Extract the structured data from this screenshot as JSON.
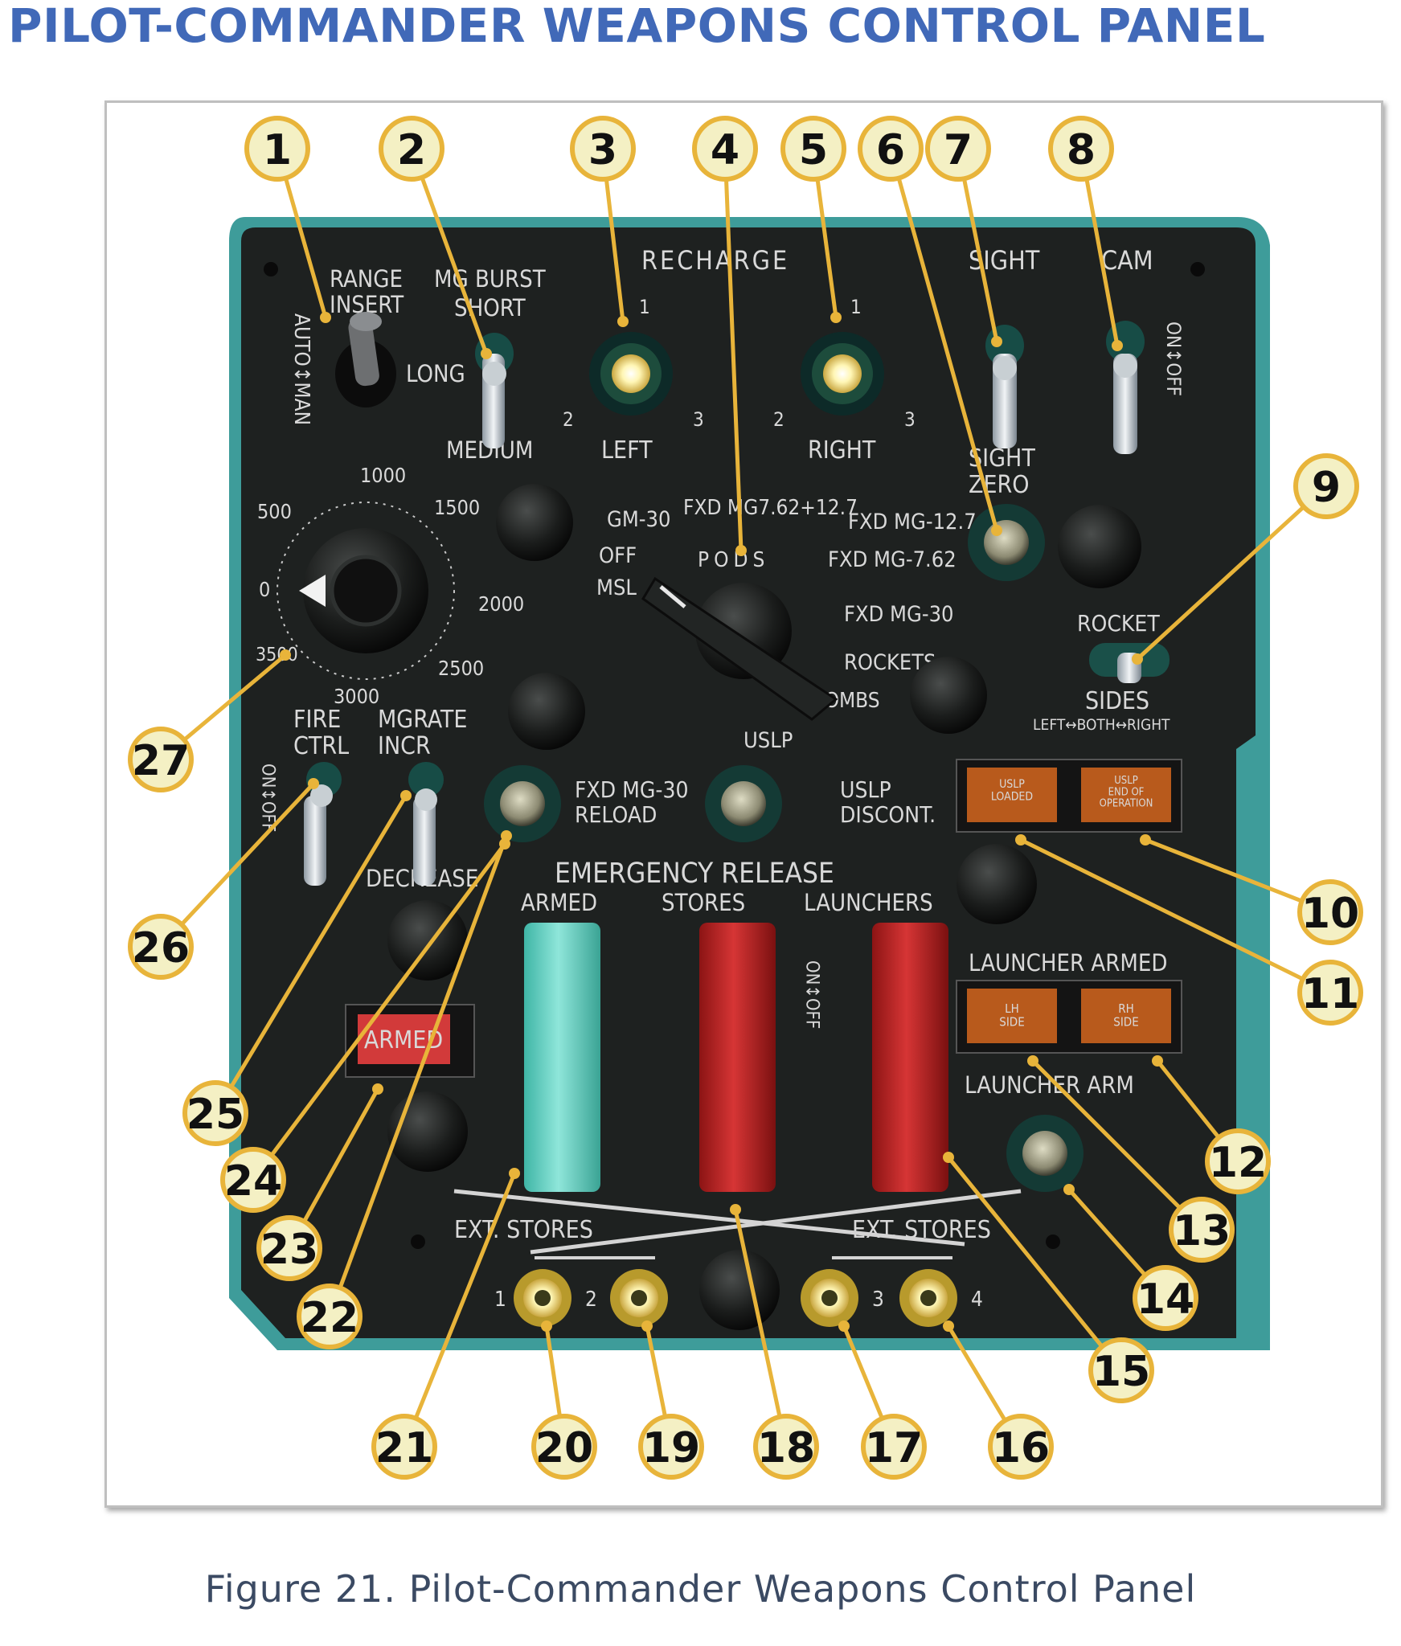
{
  "page": {
    "title": "PILOT-COMMANDER WEAPONS CONTROL PANEL",
    "title_color": "#4169b8",
    "caption": "Figure 21. Pilot-Commander Weapons Control Panel",
    "caption_color": "#3b4a63"
  },
  "panel": {
    "colors": {
      "panel_body": "#1e2120",
      "panel_frame": "#3e9c9a",
      "callout_line": "#e8b43a",
      "callout_fill": "#f4f0c4",
      "emergency_armed_cover": "#66d2c4",
      "emergency_cover_red": "#c42222",
      "lamp_amber": "#b85a1c",
      "armed_lamp": "#d23a3a",
      "ext_stores_lamp": "#f3e27a"
    },
    "labels": {
      "range_insert": "RANGE\nINSERT",
      "mg_burst": "MG BURST",
      "short": "SHORT",
      "long": "LONG",
      "medium": "MEDIUM",
      "auto_man": "AUTO↕MAN",
      "recharge": "RECHARGE",
      "left": "LEFT",
      "right": "RIGHT",
      "sight": "SIGHT",
      "cam": "CAM",
      "sight_zero": "SIGHT\nZERO",
      "on_off": "ON↕OFF",
      "gm30": "GM-30",
      "fxd_mg762_127": "FXD MG7.62+12.7",
      "fxd_mg127": "FXD MG-12.7",
      "fxd_mg762": "FXD MG-7.62",
      "fxd_mg30": "FXD MG-30",
      "off": "OFF",
      "msl": "MSL",
      "pods": "PODS",
      "rockets": "ROCKETS",
      "bombs": "BOMBS",
      "uslp": "USLP",
      "rocket": "ROCKET",
      "sides": "SIDES",
      "left_both_right": "LEFT↔BOTH↔RIGHT",
      "fire_ctrl": "FIRE\nCTRL",
      "mgrate_incr": "MGRATE\nINCR",
      "decrease": "DECREASE",
      "fxd_mg30_reload": "FXD MG-30\nRELOAD",
      "uslp_discont": "USLP\nDISCONT.",
      "uslp_loaded": "USLP\nLOADED",
      "uslp_end_of_operation": "USLP\nEND OF\nOPERATION",
      "emergency_release": "EMERGENCY RELEASE",
      "armed": "ARMED",
      "stores": "STORES",
      "launchers": "LAUNCHERS",
      "launcher_armed": "LAUNCHER ARMED",
      "lh_side": "LH\nSIDE",
      "rh_side": "RH\nSIDE",
      "launcher_arm": "LAUNCHER ARM",
      "armed_lamp_text": "ARMED",
      "ext_stores": "EXT. STORES",
      "ext_stores_right": "EXT. STORES",
      "recharge_positions": [
        "1",
        "2",
        "3"
      ],
      "dial_scale": [
        "1000",
        "1500",
        "2000",
        "2500",
        "3000",
        "3500",
        "0",
        "500"
      ],
      "ext_stores_numbers": [
        "1",
        "2",
        "3",
        "4"
      ]
    }
  },
  "callouts": [
    "1",
    "2",
    "3",
    "4",
    "5",
    "6",
    "7",
    "8",
    "9",
    "10",
    "11",
    "12",
    "13",
    "14",
    "15",
    "16",
    "17",
    "18",
    "19",
    "20",
    "21",
    "22",
    "23",
    "24",
    "25",
    "26",
    "27"
  ]
}
